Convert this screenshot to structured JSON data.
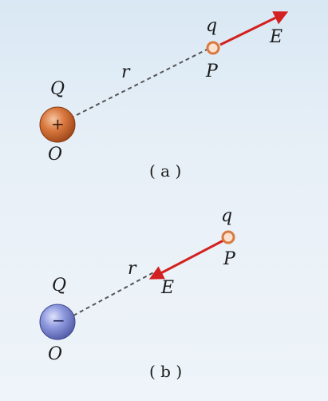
{
  "panel_a": {
    "caption": "( a )",
    "source": {
      "charge_label": "Q",
      "sign": "+",
      "origin_label": "O",
      "color": "#c8662f"
    },
    "test_point": {
      "charge_label": "q",
      "point_label": "P"
    },
    "distance_label": "r",
    "field_label": "E",
    "field_color": "#d32020"
  },
  "panel_b": {
    "caption": "( b )",
    "source": {
      "charge_label": "Q",
      "sign": "−",
      "origin_label": "O",
      "color": "#6f7fcf"
    },
    "test_point": {
      "charge_label": "q",
      "point_label": "P"
    },
    "distance_label": "r",
    "field_label": "E",
    "field_color": "#d32020"
  }
}
